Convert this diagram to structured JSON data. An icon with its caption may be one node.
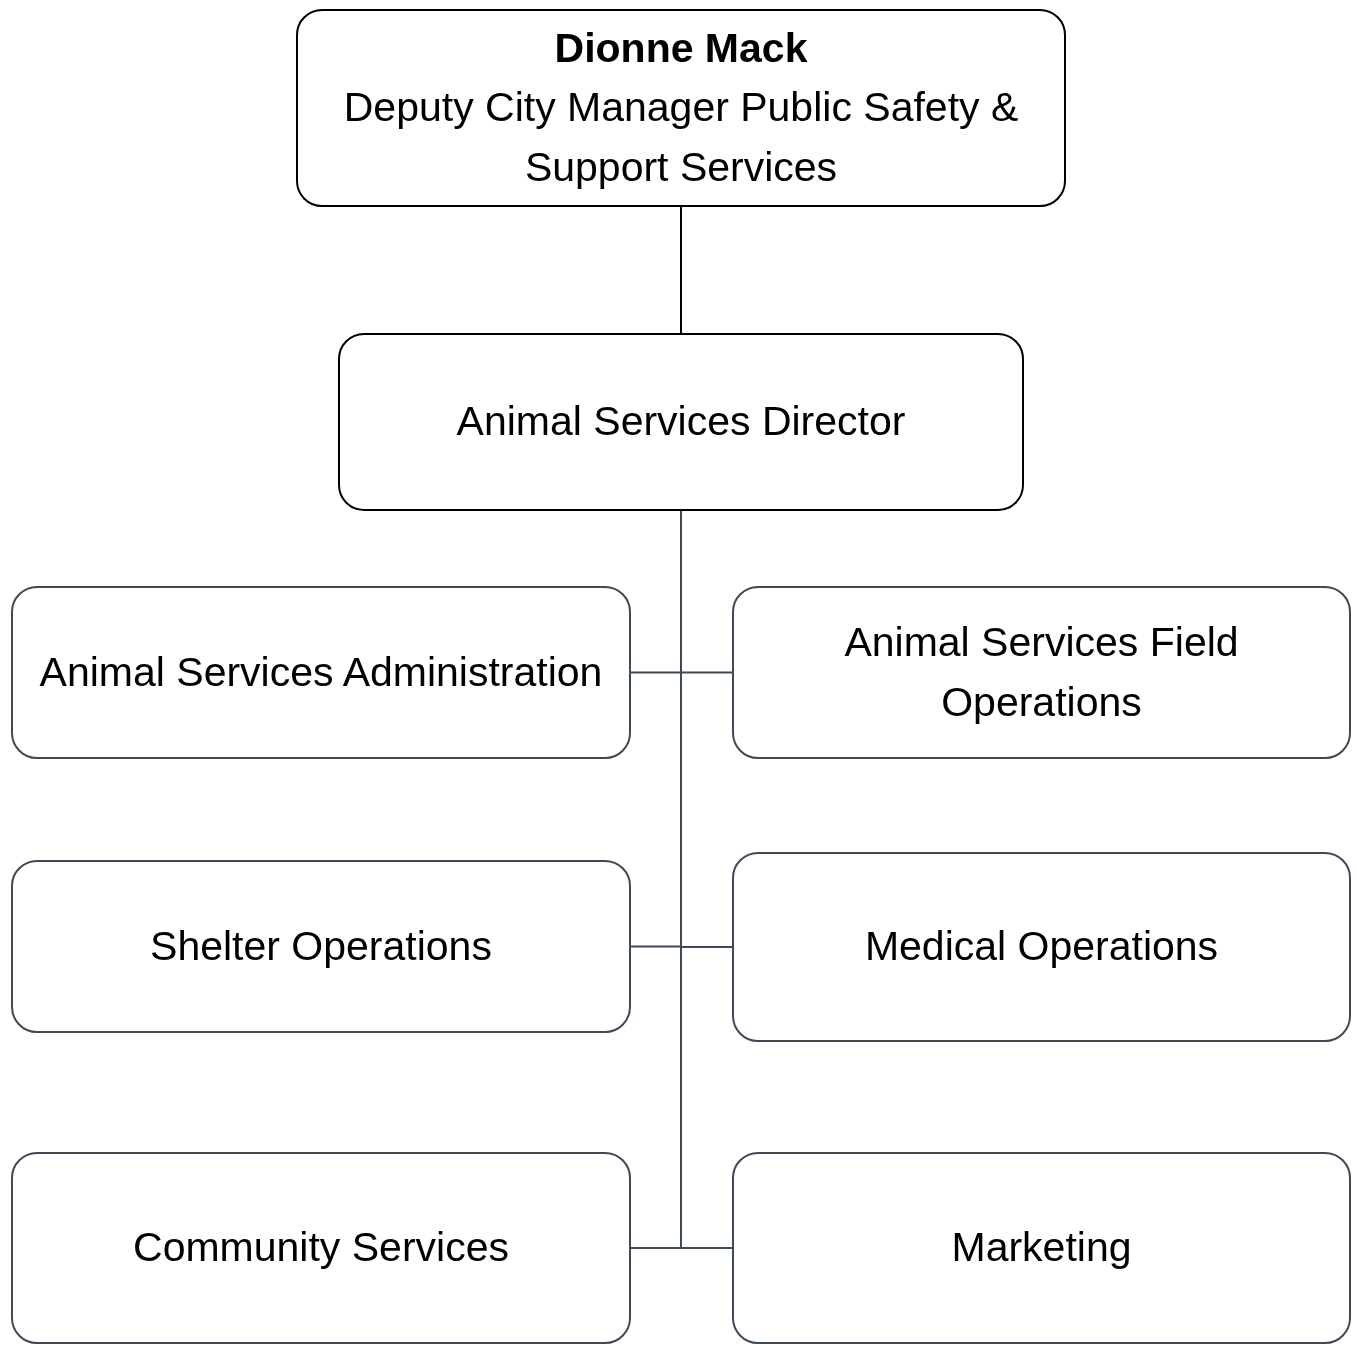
{
  "diagram": {
    "nodes": [
      {
        "text": [
          "Dionne Mack",
          "Deputy City Manager Public Safety & Support Services"
        ]
      },
      {
        "text": [
          "Animal Services Director"
        ]
      },
      {
        "text": [
          "Animal Services Administration"
        ]
      },
      {
        "text": [
          "Animal Services Field Operations"
        ]
      },
      {
        "text": [
          "Shelter Operations"
        ]
      },
      {
        "text": [
          "Medical Operations"
        ]
      },
      {
        "text": [
          "Community Services"
        ]
      },
      {
        "text": [
          "Marketing"
        ]
      }
    ],
    "edges": [
      {
        "from": 0,
        "to": 1,
        "arrow": "none"
      },
      {
        "from": 1,
        "to": 2,
        "arrow": "none"
      },
      {
        "from": 1,
        "to": 3,
        "arrow": "none"
      },
      {
        "from": 1,
        "to": 4,
        "arrow": "none"
      },
      {
        "from": 1,
        "to": 5,
        "arrow": "none"
      },
      {
        "from": 1,
        "to": 6,
        "arrow": "none"
      },
      {
        "from": 1,
        "to": 7,
        "arrow": "none"
      }
    ]
  }
}
